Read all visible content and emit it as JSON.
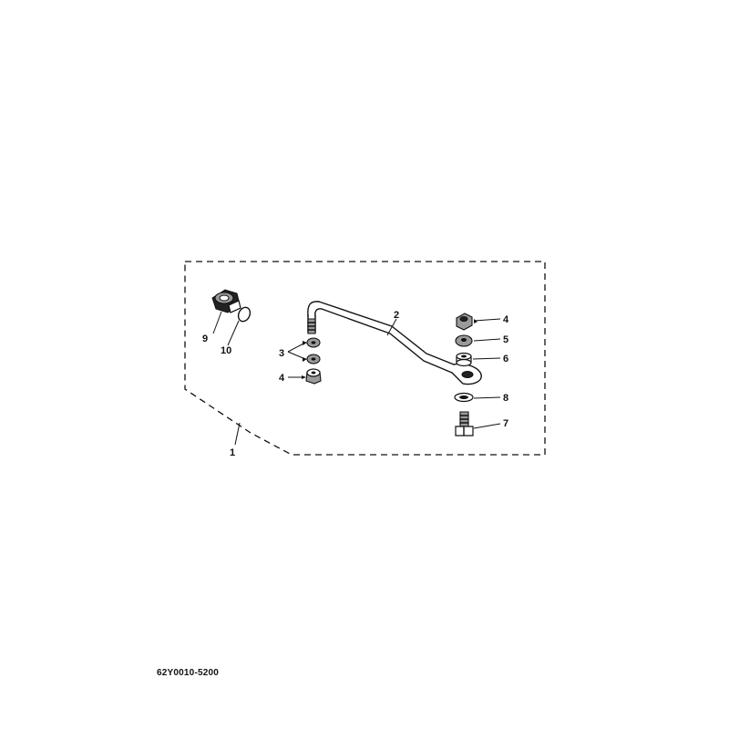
{
  "diagram": {
    "callouts": {
      "c1": "1",
      "c2": "2",
      "c3": "3",
      "c4a": "4",
      "c4b": "4",
      "c5": "5",
      "c6": "6",
      "c7": "7",
      "c8": "8",
      "c9": "9",
      "c10": "10"
    },
    "part_code": "62Y0010-5200"
  },
  "colors": {
    "ink": "#111111",
    "fill_grey": "#9a9a9a",
    "background": "#ffffff"
  }
}
